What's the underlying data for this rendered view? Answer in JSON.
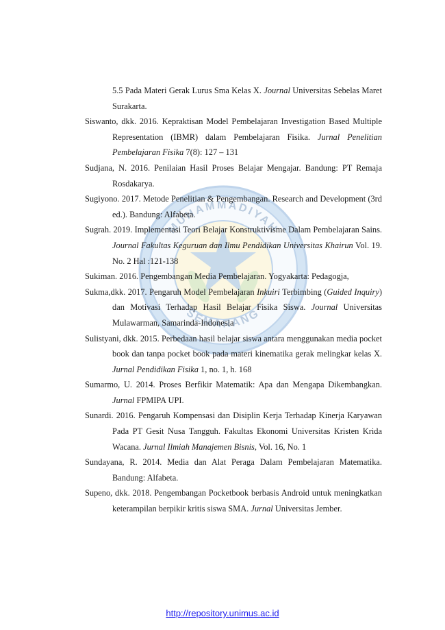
{
  "references": [
    {
      "continuation": true,
      "parts": [
        {
          "t": "5.5 Pada Materi Gerak Lurus Sma Kelas X. ",
          "i": false
        },
        {
          "t": "Journal",
          "i": true
        },
        {
          "t": " Universitas Sebelas Maret Surakarta.",
          "i": false
        }
      ]
    },
    {
      "parts": [
        {
          "t": "Siswanto, dkk. 2016. Kepraktisan Model Pembelajaran Investigation Based Multiple Representation (IBMR) dalam Pembelajaran Fisika. ",
          "i": false
        },
        {
          "t": "Jurnal Penelitian Pembelajaran Fisika",
          "i": true
        },
        {
          "t": " 7(8): 127 – 131",
          "i": false
        }
      ]
    },
    {
      "parts": [
        {
          "t": "Sudjana, N. 2016. Penilaian Hasil Proses Belajar Mengajar. Bandung: PT Remaja Rosdakarya.",
          "i": false
        }
      ]
    },
    {
      "parts": [
        {
          "t": "Sugiyono. 2017. Metode Penelitian & Pengembangan. Research and Development (3rd ed.). Bandung: Alfabeta.",
          "i": false
        }
      ]
    },
    {
      "parts": [
        {
          "t": "Sugrah. 2019. Implementasi Teori Belajar Konstruktivisme Dalam Pembelajaran Sains. ",
          "i": false
        },
        {
          "t": "Journal Fakultas Keguruan dan Ilmu Pendidikan Universitas Khairun",
          "i": true
        },
        {
          "t": " Vol. 19. No. 2 Hal :121-138",
          "i": false
        }
      ]
    },
    {
      "parts": [
        {
          "t": "Sukiman. 2016. Pengembangan Media Pembelajaran. Yogyakarta: Pedagogja,",
          "i": false
        }
      ]
    },
    {
      "parts": [
        {
          "t": "Sukma,dkk. 2017. Pengaruh Model Pembelajaran ",
          "i": false
        },
        {
          "t": "Inkuiri",
          "i": true
        },
        {
          "t": " Terbimbing (",
          "i": false
        },
        {
          "t": "Guided Inquiry",
          "i": true
        },
        {
          "t": ") dan Motivasi Terhadap Hasil Belajar Fisika Siswa. ",
          "i": false
        },
        {
          "t": "Journal",
          "i": true
        },
        {
          "t": " Universitas Mulawarman, Samarinda-Indonesia",
          "i": false
        }
      ]
    },
    {
      "parts": [
        {
          "t": "Sulistyani, dkk. 2015. Perbedaan hasil belajar siswa antara menggunakan media pocket book dan tanpa pocket book pada materi kinematika gerak melingkar kelas X. ",
          "i": false
        },
        {
          "t": "Jurnal Pendidikan Fisika",
          "i": true
        },
        {
          "t": " 1, no. 1, h. 168",
          "i": false
        }
      ]
    },
    {
      "parts": [
        {
          "t": "Sumarmo, U. 2014. Proses Berfikir Matematik: Apa dan Mengapa Dikembangkan. ",
          "i": false
        },
        {
          "t": "Jurnal",
          "i": true
        },
        {
          "t": " FPMIPA UPI.",
          "i": false
        }
      ]
    },
    {
      "parts": [
        {
          "t": "Sunardi. 2016. Pengaruh Kompensasi dan Disiplin Kerja Terhadap Kinerja Karyawan Pada PT Gesit Nusa Tangguh. Fakultas Ekonomi Universitas Kristen Krida Wacana. ",
          "i": false
        },
        {
          "t": "Jurnal Ilmiah Manajemen Bisnis",
          "i": true
        },
        {
          "t": ", Vol. 16, No. 1",
          "i": false
        }
      ]
    },
    {
      "parts": [
        {
          "t": "Sundayana, R. 2014.  Media dan Alat Peraga Dalam Pembelajaran Matematika. Bandung: Alfabeta.",
          "i": false
        }
      ]
    },
    {
      "parts": [
        {
          "t": "Supeno, dkk. 2018. Pengembangan Pocketbook berbasis Android untuk meningkatkan keterampilan berpikir kritis siswa SMA. ",
          "i": false
        },
        {
          "t": "Jurnal",
          "i": true
        },
        {
          "t": " Universitas Jember.",
          "i": false
        }
      ]
    }
  ],
  "watermark": {
    "text_top": "MUHAMMADIYAH",
    "text_bottom": "SEMARANG",
    "color": "#3a7cc4"
  },
  "footer": {
    "link_text": "http://repository.unimus.ac.id",
    "link_color": "#1a1aee"
  }
}
